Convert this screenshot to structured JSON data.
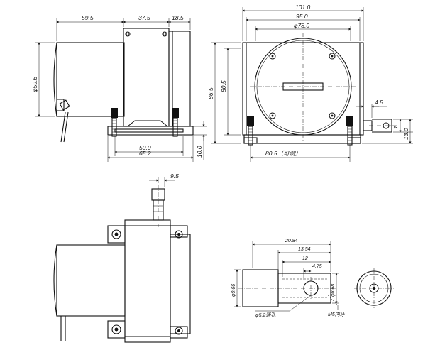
{
  "views": {
    "side": {
      "dims": {
        "w_motor": "59.5",
        "w_box": "37.5",
        "w_cap": "18.5",
        "dia_motor": "φ59.6",
        "base_inner": "50.0",
        "base_outer": "65.2",
        "base_height": "10.0"
      }
    },
    "front": {
      "dims": {
        "width_total": "101.0",
        "width_plate": "95.0",
        "dia_drum": "φ78.0",
        "height_total": "86.5",
        "height_plate": "80.5",
        "pin_offset": "4.5",
        "pin_h1": "7",
        "pin_h2": "13.0",
        "width_mount": "80.5（可调）"
      }
    },
    "top": {
      "dims": {
        "exit_offset": "9.5"
      }
    },
    "detail": {
      "dims": {
        "len_total": "20.84",
        "len_mid": "13.54",
        "len_inner": "12",
        "len_hole": "4.75",
        "dia_body": "φ9.66",
        "dia_end": "φ8.68",
        "through_hole": "φ5.2通孔",
        "thread": "M5内牙"
      }
    }
  }
}
